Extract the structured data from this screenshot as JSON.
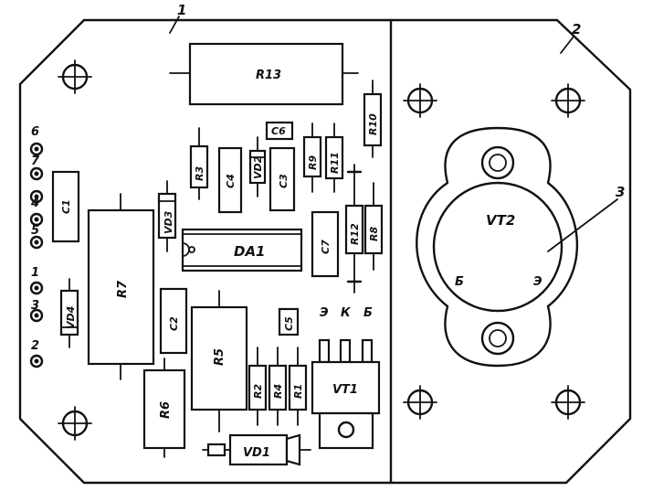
{
  "callouts": {
    "board": "1",
    "heatsink": "2",
    "transistor_case": "3"
  },
  "pins": [
    "6",
    "7",
    "4",
    "5",
    "1",
    "3",
    "2"
  ],
  "components": {
    "R13": "R13",
    "R10": "R10",
    "C6": "C6",
    "R3": "R3",
    "C4": "C4",
    "VD2": "VD2",
    "C3": "C3",
    "R9": "R9",
    "R11": "R11",
    "C1": "C1",
    "VD3": "VD3",
    "DA1": "DA1",
    "C7": "C7",
    "R12": "R12",
    "R8": "R8",
    "R7": "R7",
    "VD4": "VD4",
    "C2": "C2",
    "R5": "R5",
    "C5": "C5",
    "R6": "R6",
    "R2": "R2",
    "R4": "R4",
    "R1": "R1",
    "VT1": "VT1",
    "VD1": "VD1",
    "VT2": "VT2"
  },
  "vt1_leads": [
    "Э",
    "К",
    "Б"
  ],
  "vt2_pins": {
    "base": "Б",
    "emitter": "Э"
  }
}
